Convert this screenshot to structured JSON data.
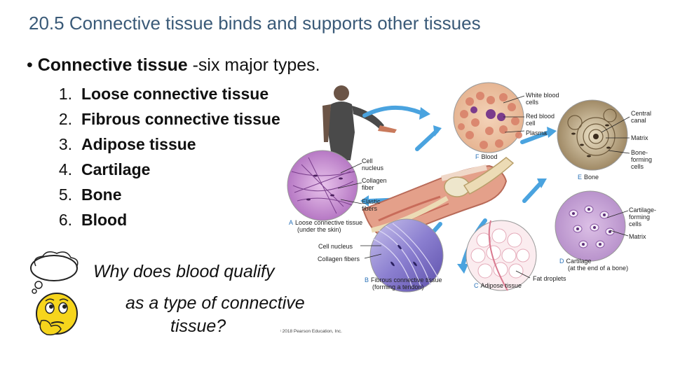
{
  "slide": {
    "title": "20.5 Connective tissue binds and supports other tissues",
    "bullet_bold": "Connective tissue",
    "bullet_rest": " -six major types.",
    "types": [
      {
        "num": "1.",
        "label": "Loose connective tissue"
      },
      {
        "num": "2.",
        "label": "Fibrous connective tissue"
      },
      {
        "num": "3.",
        "label": "Adipose tissue"
      },
      {
        "num": "4.",
        "label": "Cartilage"
      },
      {
        "num": "5.",
        "label": "Bone"
      },
      {
        "num": "6.",
        "label": "Blood"
      }
    ],
    "question": [
      "Why does blood qualify",
      "as a type of connective",
      "tissue?"
    ]
  },
  "figure": {
    "labels": {
      "white_blood_cells": [
        "White blood",
        "cells"
      ],
      "red_blood_cell": [
        "Red blood",
        "cell"
      ],
      "plasma": "Plasma",
      "central_canal": [
        "Central",
        "canal"
      ],
      "matrix": "Matrix",
      "bone_forming_cells": [
        "Bone-",
        "forming",
        "cells"
      ],
      "cell_nucleus_a": [
        "Cell",
        "nucleus"
      ],
      "collagen_fiber": [
        "Collagen",
        "fiber"
      ],
      "elastic_fibers": [
        "Elastic",
        "fibers"
      ],
      "cartilage_forming_cells": [
        "Cartilage-",
        "forming",
        "cells"
      ],
      "matrix_cartilage": "Matrix",
      "cell_nucleus_b": "Cell nucleus",
      "collagen_fibers": "Collagen fibers",
      "fat_droplets": "Fat droplets"
    },
    "captions": {
      "a": {
        "letter": "A",
        "text": "Loose connective tissue",
        "sub": "(under the skin)"
      },
      "b": {
        "letter": "B",
        "text": "Fibrous connective tissue",
        "sub": "(forming a tendon)"
      },
      "c": {
        "letter": "C",
        "text": "Adipose tissue"
      },
      "d": {
        "letter": "D",
        "text": "Cartilage",
        "sub": "(at the end of a bone)"
      },
      "e": {
        "letter": "E",
        "text": "Bone"
      },
      "f": {
        "letter": "F",
        "text": "Blood"
      }
    },
    "copyright": "© 2018 Pearson Education, Inc."
  },
  "colors": {
    "title": "#3a5a78",
    "arrow": "#4aa3df",
    "caption_letter": "#2a72b8"
  }
}
